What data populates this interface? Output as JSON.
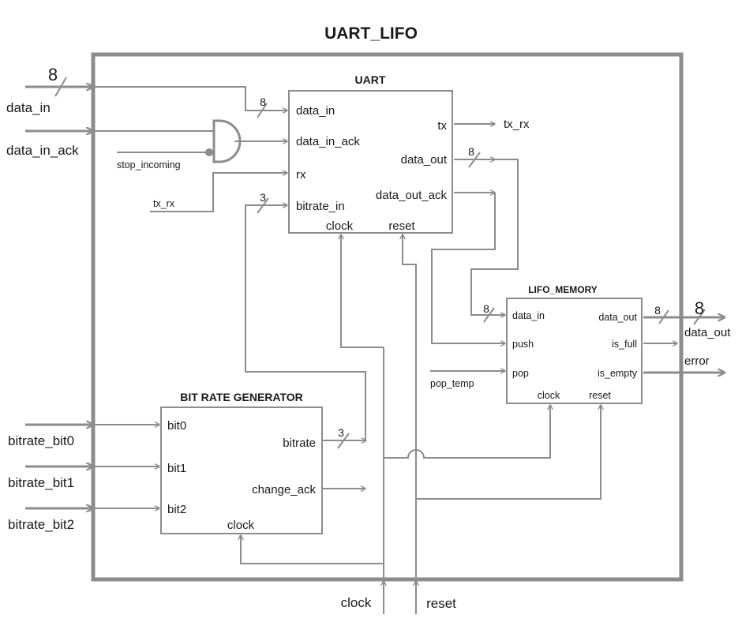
{
  "title": "UART_LIFO",
  "blocks": {
    "uart": {
      "title": "UART",
      "inputs": [
        "data_in",
        "data_in_ack",
        "rx",
        "bitrate_in"
      ],
      "outputs": [
        "tx",
        "data_out",
        "data_out_ack"
      ],
      "bottom": [
        "clock",
        "reset"
      ]
    },
    "lifo": {
      "title": "LIFO_MEMORY",
      "inputs": [
        "data_in",
        "push",
        "pop"
      ],
      "outputs": [
        "data_out",
        "is_full",
        "is_empty"
      ],
      "bottom": [
        "clock",
        "reset"
      ]
    },
    "brg": {
      "title": "BIT RATE GENERATOR",
      "inputs": [
        "bit0",
        "bit1",
        "bit2"
      ],
      "outputs": [
        "bitrate",
        "change_ack"
      ],
      "bottom": [
        "clock"
      ]
    }
  },
  "external": {
    "data_in": "data_in",
    "data_in_ack": "data_in_ack",
    "stop_incoming": "stop_incoming",
    "tx_rx_in": "tx_rx",
    "tx_rx_out": "tx_rx",
    "pop_temp": "pop_temp",
    "data_out": "data_out",
    "error": "error",
    "bitrate_bit0": "bitrate_bit0",
    "bitrate_bit1": "bitrate_bit1",
    "bitrate_bit2": "bitrate_bit2",
    "clock": "clock",
    "reset": "reset"
  },
  "bus_widths": {
    "data_in_ext": "8",
    "uart_data_in": "8",
    "uart_bitrate_in": "3",
    "uart_data_out": "8",
    "lifo_data_in": "8",
    "lifo_data_out": "8",
    "data_out_ext": "8",
    "brg_bitrate": "3"
  },
  "colors": {
    "line": "#8c8c8c",
    "text": "#1a1a1a",
    "background": "#ffffff"
  }
}
